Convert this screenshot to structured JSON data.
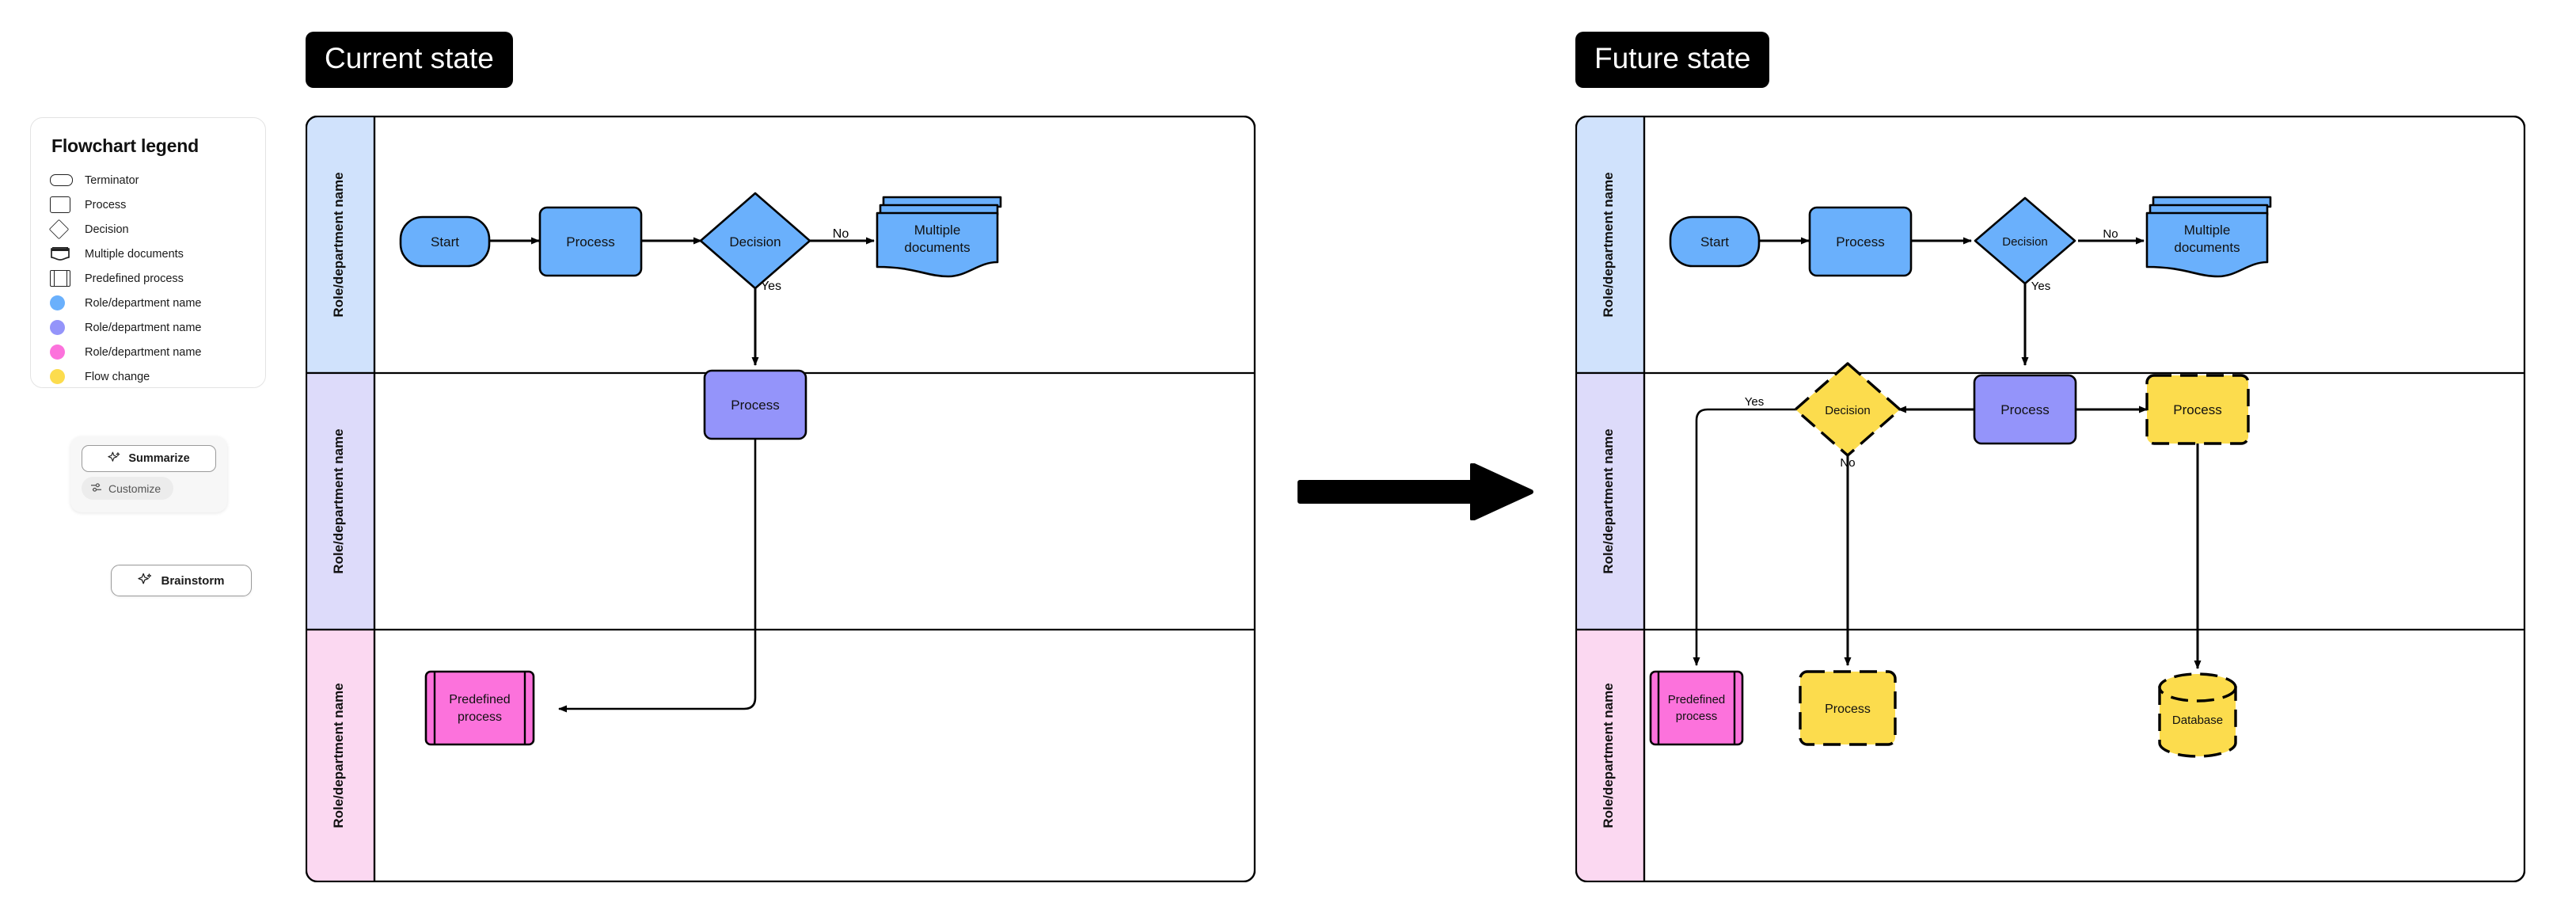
{
  "legend": {
    "title": "Flowchart legend",
    "items": [
      {
        "symbol": "terminator-icon",
        "label": "Terminator"
      },
      {
        "symbol": "process-icon",
        "label": "Process"
      },
      {
        "symbol": "decision-icon",
        "label": "Decision"
      },
      {
        "symbol": "multiple-documents-icon",
        "label": "Multiple documents"
      },
      {
        "symbol": "predefined-process-icon",
        "label": "Predefined process"
      },
      {
        "symbol": "dot-blue-icon",
        "label": "Role/department name",
        "color": "#6AB0FC"
      },
      {
        "symbol": "dot-purple-icon",
        "label": "Role/department name",
        "color": "#9494FA"
      },
      {
        "symbol": "dot-pink-icon",
        "label": "Role/department name",
        "color": "#FC72DC"
      },
      {
        "symbol": "dot-yellow-icon",
        "label": "Flow change",
        "color": "#FCDC4D"
      }
    ]
  },
  "ai_tools": {
    "summarize_label": "Summarize",
    "summarize_icon": "sparkle-icon",
    "customize_label": "Customize",
    "customize_icon": "sliders-icon",
    "brainstorm_label": "Brainstorm",
    "brainstorm_icon": "sparkle-icon"
  },
  "palette": {
    "blue_fill": "#6AB0FC",
    "purple_fill": "#9494FA",
    "pink_fill": "#FC72DC",
    "yellow_fill": "#FCDC4D",
    "lane_blue": "#D0E2FC",
    "lane_purple": "#DDDBFA",
    "lane_pink": "#FBD8F1",
    "stroke": "#000000",
    "badge_bg": "#000000",
    "badge_fg": "#FFFFFF"
  },
  "transition_arrow": {
    "name": "transition-arrow",
    "direction": "right"
  },
  "current_state": {
    "badge": "Current state",
    "lanes": [
      {
        "label": "Role/department name",
        "color": "#D0E2FC"
      },
      {
        "label": "Role/department name",
        "color": "#DDDBFA"
      },
      {
        "label": "Role/department name",
        "color": "#FBD8F1"
      }
    ],
    "nodes": [
      {
        "id": "cs-start",
        "type": "terminator",
        "label": "Start",
        "lane": 0,
        "fill": "#6AB0FC",
        "dashed": false
      },
      {
        "id": "cs-proc1",
        "type": "process",
        "label": "Process",
        "lane": 0,
        "fill": "#6AB0FC",
        "dashed": false
      },
      {
        "id": "cs-dec1",
        "type": "decision",
        "label": "Decision",
        "lane": 0,
        "fill": "#6AB0FC",
        "dashed": false
      },
      {
        "id": "cs-multidoc",
        "type": "multiple-documents",
        "label": "Multiple documents",
        "lane": 0,
        "fill": "#6AB0FC",
        "dashed": false
      },
      {
        "id": "cs-proc2",
        "type": "process",
        "label": "Process",
        "lane": 1,
        "fill": "#9494FA",
        "dashed": false
      },
      {
        "id": "cs-predef",
        "type": "predefined-process",
        "label": "Predefined process",
        "lane": 2,
        "fill": "#FC72DC",
        "dashed": false
      }
    ],
    "edges": [
      {
        "from": "cs-start",
        "to": "cs-proc1",
        "label": ""
      },
      {
        "from": "cs-proc1",
        "to": "cs-dec1",
        "label": ""
      },
      {
        "from": "cs-dec1",
        "to": "cs-multidoc",
        "label": "No"
      },
      {
        "from": "cs-dec1",
        "to": "cs-proc2",
        "label": "Yes"
      },
      {
        "from": "cs-proc2",
        "to": "cs-predef",
        "label": ""
      }
    ]
  },
  "future_state": {
    "badge": "Future state",
    "lanes": [
      {
        "label": "Role/department name",
        "color": "#D0E2FC"
      },
      {
        "label": "Role/department name",
        "color": "#DDDBFA"
      },
      {
        "label": "Role/department name",
        "color": "#FBD8F1"
      }
    ],
    "nodes": [
      {
        "id": "fs-start",
        "type": "terminator",
        "label": "Start",
        "lane": 0,
        "fill": "#6AB0FC",
        "dashed": false
      },
      {
        "id": "fs-proc1",
        "type": "process",
        "label": "Process",
        "lane": 0,
        "fill": "#6AB0FC",
        "dashed": false
      },
      {
        "id": "fs-dec1",
        "type": "decision",
        "label": "Decision",
        "lane": 0,
        "fill": "#6AB0FC",
        "dashed": false
      },
      {
        "id": "fs-multidoc",
        "type": "multiple-documents",
        "label": "Multiple documents",
        "lane": 0,
        "fill": "#6AB0FC",
        "dashed": false
      },
      {
        "id": "fs-dec2",
        "type": "decision",
        "label": "Decision",
        "lane": 1,
        "fill": "#FCDC4D",
        "dashed": true
      },
      {
        "id": "fs-proc2",
        "type": "process",
        "label": "Process",
        "lane": 1,
        "fill": "#9494FA",
        "dashed": false
      },
      {
        "id": "fs-proc3",
        "type": "process",
        "label": "Process",
        "lane": 1,
        "fill": "#FCDC4D",
        "dashed": true
      },
      {
        "id": "fs-predef",
        "type": "predefined-process",
        "label": "Predefined process",
        "lane": 2,
        "fill": "#FC72DC",
        "dashed": false
      },
      {
        "id": "fs-proc4",
        "type": "process",
        "label": "Process",
        "lane": 2,
        "fill": "#FCDC4D",
        "dashed": true
      },
      {
        "id": "fs-db",
        "type": "database",
        "label": "Database",
        "lane": 2,
        "fill": "#FCDC4D",
        "dashed": true
      }
    ],
    "edges": [
      {
        "from": "fs-start",
        "to": "fs-proc1",
        "label": ""
      },
      {
        "from": "fs-proc1",
        "to": "fs-dec1",
        "label": ""
      },
      {
        "from": "fs-dec1",
        "to": "fs-multidoc",
        "label": "No"
      },
      {
        "from": "fs-dec1",
        "to": "fs-proc2",
        "label": "Yes"
      },
      {
        "from": "fs-proc2",
        "to": "fs-dec2",
        "label": ""
      },
      {
        "from": "fs-proc2",
        "to": "fs-proc3",
        "label": ""
      },
      {
        "from": "fs-dec2",
        "to": "fs-predef",
        "label": "Yes"
      },
      {
        "from": "fs-dec2",
        "to": "fs-proc4",
        "label": "No"
      },
      {
        "from": "fs-proc3",
        "to": "fs-db",
        "label": ""
      }
    ]
  }
}
